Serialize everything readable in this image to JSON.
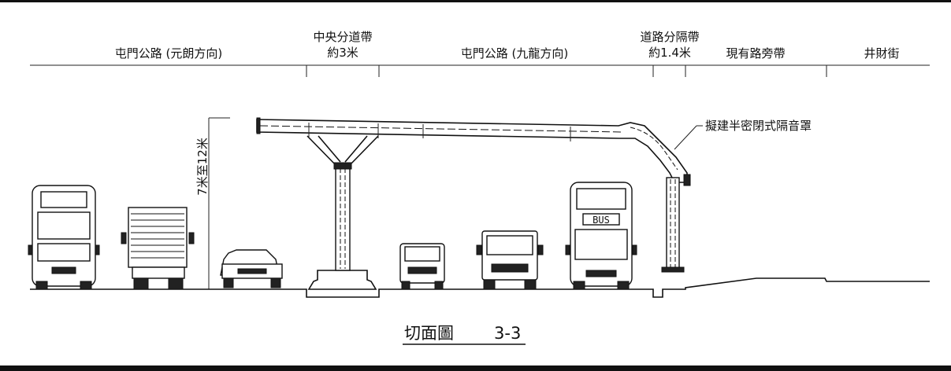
{
  "zones": [
    {
      "id": "tm-yl",
      "lines": [
        "屯門公路 (元朗方向)"
      ]
    },
    {
      "id": "central",
      "lines": [
        "中央分道帶",
        "約3米"
      ]
    },
    {
      "id": "tm-kln",
      "lines": [
        "屯門公路 (九龍方向)"
      ]
    },
    {
      "id": "divider",
      "lines": [
        "道路分隔帶",
        "約1.4米"
      ]
    },
    {
      "id": "verge",
      "lines": [
        "現有路旁帶"
      ]
    },
    {
      "id": "street",
      "lines": [
        "井財街"
      ]
    }
  ],
  "height_dim": "7米至12米",
  "enclosure_label": "擬建半密閉式隔音罩",
  "bus_sign": "BUS",
  "caption": {
    "title": "切面圖",
    "number": "3-3"
  }
}
